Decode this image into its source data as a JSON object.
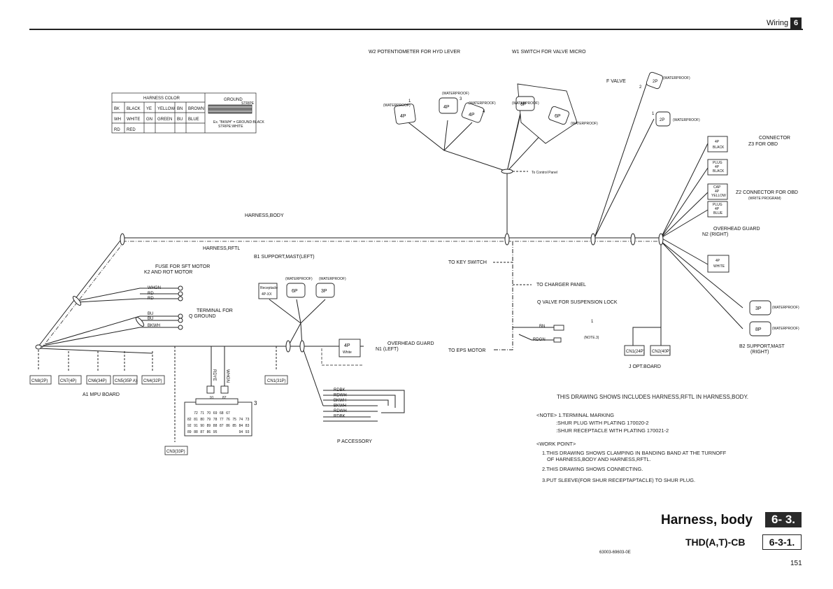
{
  "header": {
    "section": "Wiring",
    "chapter": "6"
  },
  "title": {
    "main": "Harness, body",
    "main_no": "6- 3.",
    "sub": "THD(A,T)-CB",
    "sub_no": "6-3-1."
  },
  "doc_number": "63003-69603-0E",
  "page_number": "151",
  "color_table": {
    "title": "HARNESS COLOR",
    "rows": [
      [
        "BK",
        "BLACK",
        "YE",
        "YELLOW",
        "BN",
        "BROWN"
      ],
      [
        "WH",
        "WHITE",
        "GN",
        "GREEN",
        "BU",
        "BLUE"
      ],
      [
        "RD",
        "RED",
        "",
        "",
        "",
        ""
      ]
    ],
    "ground": "GROUND",
    "stripe": "STRIPE",
    "example_1": "Ex. \"BKWH\" = GROUND:BLACK",
    "example_2": "STRIPE:WHITE"
  },
  "labels": {
    "w2": "W2  POTENTIOMETER FOR HYD LEVER",
    "w1": "W1  SWITCH FOR VALVE MICRO",
    "f_valve": "F  VALVE",
    "z3_a": "CONNECTOR",
    "z3_b": "Z3  FOR OBD",
    "z2": "Z2  CONNECTOR FOR OBD",
    "z2_note": "(WRITE PROGRAM)",
    "n2_a": "OVERHEAD GUARD",
    "n2_b": "N2  (RIGHT)",
    "harness_body": "HARNESS,BODY",
    "harness_rftl": "HARNESS,RFTL",
    "b1": "B1  SUPPORT,MAST(LEFT)",
    "k2_a": "FUSE FOR SFT MOTOR",
    "k2_b": "K2  AND ROT MOTOR",
    "q_ground_a": "TERMINAL FOR",
    "q_ground_b": "Q  GROUND",
    "to_key": "TO KEY SWITCH",
    "to_charger": "TO CHARGER PANEL",
    "to_control": "To Control Panel",
    "to_eps": "TO EPS MOTOR",
    "q_valve": "Q   VALVE FOR SUSPENSION LOCK",
    "n1_a": "OVERHEAD GUARD",
    "n1_b": "N1  (LEFT)",
    "b2_a": "B2  SUPPORT,MAST",
    "b2_b": "(RIGHT)",
    "j": "J   OPT.BOARD",
    "a1": "A1  MPU BOARD",
    "p": "P   ACCESSORY",
    "num_1": "1",
    "num_2": "2",
    "num_3": "3",
    "num_4": "4",
    "note3": "(NOTE.3)",
    "waterproof": "(WATERPROOF)",
    "receptacle": "Receptacle",
    "four_p_xx": "4P-XX",
    "white": "White",
    "white_caps": "WHITE",
    "black": "BLACK",
    "plug": "PLUG",
    "cap": "CAP",
    "yellow": "YELLOW",
    "blue": "BLUE"
  },
  "connectors": {
    "mpu": [
      "CN8(2P)",
      "CN7(4P)",
      "CN6(34P)",
      "CN5(35P A)",
      "CN4(32P)"
    ],
    "cn1_31": "CN1(31P)",
    "cn3": "CN3(33P)",
    "opt": [
      "CN1(24P)",
      "CN2(40P)"
    ],
    "pins": [
      "4P",
      "6P",
      "3P",
      "8P",
      "2P"
    ]
  },
  "wires": {
    "k2": [
      "WHGN",
      "RD",
      "RD"
    ],
    "ground": [
      "BU",
      "BU",
      "BKWH"
    ],
    "mpu_vert": [
      "RDYE",
      "WHGN"
    ],
    "relay_pins": [
      "91",
      "87"
    ],
    "right": [
      "BN",
      "RDGN"
    ],
    "accessory": [
      "RDBK",
      "RDWH",
      "BKWH",
      "BKWH",
      "RDWH",
      "RDBK"
    ]
  },
  "relay_grid": [
    [
      "",
      "72",
      "71",
      "70",
      "69",
      "68",
      "67"
    ],
    [
      "82",
      "81",
      "80",
      "79",
      "78",
      "77",
      "76",
      "75",
      "74",
      "73"
    ],
    [
      "92",
      "91",
      "90",
      "89",
      "88",
      "87",
      "86",
      "85",
      "84",
      "83"
    ],
    [
      "89",
      "88",
      "87",
      "86",
      "95",
      "",
      "",
      "",
      "94",
      "93"
    ]
  ],
  "notes": {
    "intro": "THIS DRAWING SHOWS INCLUDES HARNESS,RFTL IN HARNESS,BODY.",
    "note_head": "<NOTE> 1.TERMINAL MARKING",
    "note_plug": ":SHUR PLUG WITH PLATING 170020-2",
    "note_rec": ":SHUR RECEPTACLE WITH PLATING 170021-2",
    "work_head": "<WORK POINT>",
    "w1a": "1.THIS DRAWING SHOWS CLAMPING IN BANDING BAND AT THE TURNOFF",
    "w1b": "OF HARNESS,BODY AND HARNESS,RFTL.",
    "w2": "2.THIS DRAWING SHOWS CONNECTING.",
    "w3": "3.PUT SLEEVE(FOR SHUR RECEPTAPTACLE) TO SHUR PLUG."
  }
}
